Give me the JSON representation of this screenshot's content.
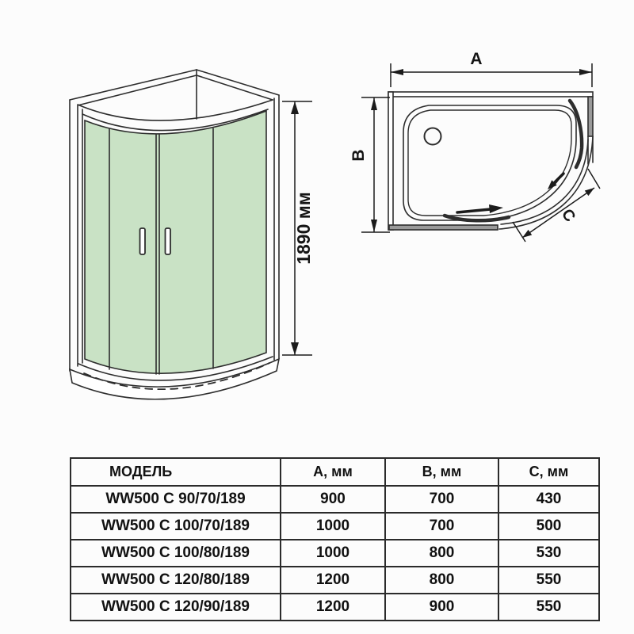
{
  "diagram": {
    "height_label": "1890 мм",
    "plan": {
      "width_label": "A",
      "depth_label": "B",
      "radius_label": "C"
    }
  },
  "table": {
    "headers": [
      "МОДЕЛЬ",
      "А, мм",
      "В, мм",
      "С, мм"
    ],
    "rows": [
      {
        "model": "WW500 C 90/70/189",
        "a": "900",
        "b": "700",
        "c": "430"
      },
      {
        "model": "WW500 C 100/70/189",
        "a": "1000",
        "b": "700",
        "c": "500"
      },
      {
        "model": "WW500 C 100/80/189",
        "a": "1000",
        "b": "800",
        "c": "530"
      },
      {
        "model": "WW500 C 120/80/189",
        "a": "1200",
        "b": "800",
        "c": "550"
      },
      {
        "model": "WW500 C 120/90/189",
        "a": "1200",
        "b": "900",
        "c": "550"
      }
    ]
  },
  "colors": {
    "glass": "#c9e2c5",
    "line": "#2d2d2d",
    "frame_gray": "#9a9a9a"
  }
}
